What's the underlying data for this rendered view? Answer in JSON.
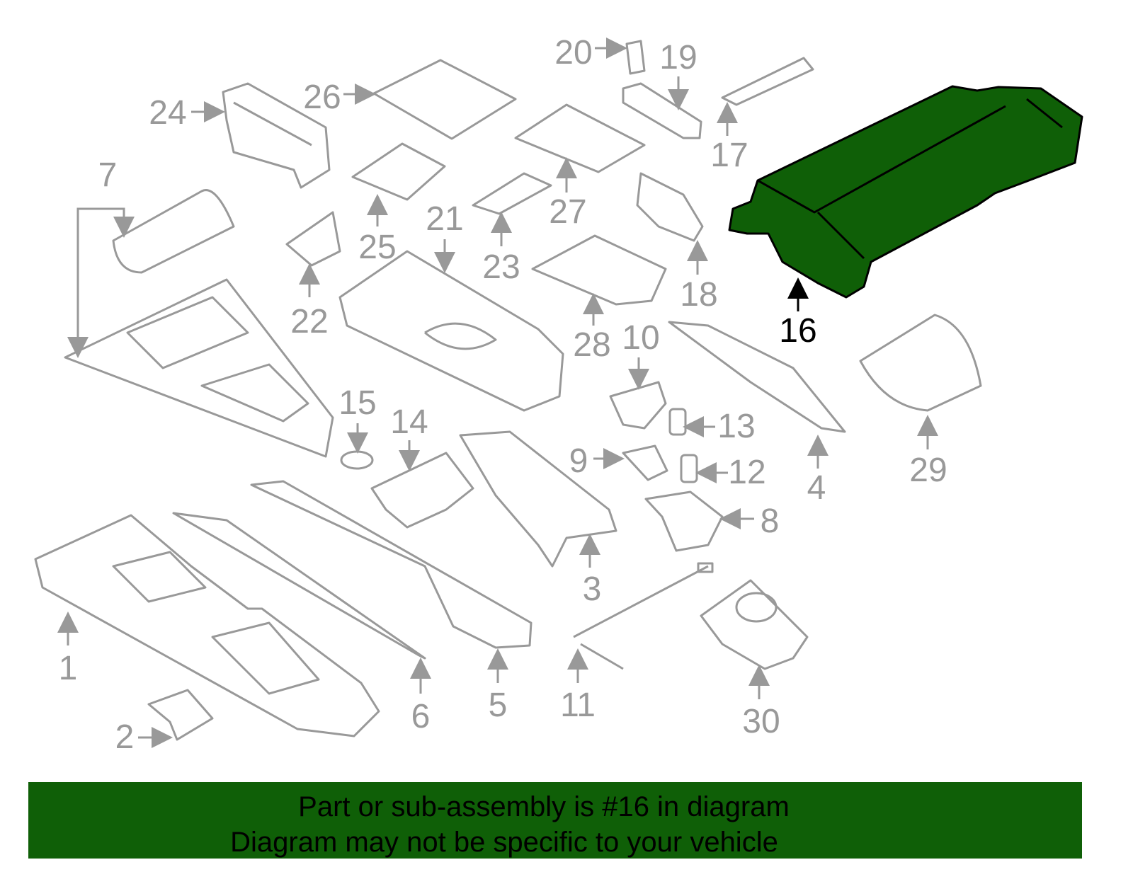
{
  "diagram": {
    "highlight_color": "#0f5f07",
    "line_color": "#999999",
    "highlighted_part": "16",
    "callouts": [
      "1",
      "2",
      "3",
      "4",
      "5",
      "6",
      "7",
      "8",
      "9",
      "10",
      "11",
      "12",
      "13",
      "14",
      "15",
      "16",
      "17",
      "18",
      "19",
      "20",
      "21",
      "22",
      "23",
      "24",
      "25",
      "26",
      "27",
      "28",
      "29",
      "30"
    ]
  },
  "banner": {
    "line1": "Part or sub-assembly is #16 in diagram",
    "line2": "Diagram may not be specific to your vehicle"
  }
}
